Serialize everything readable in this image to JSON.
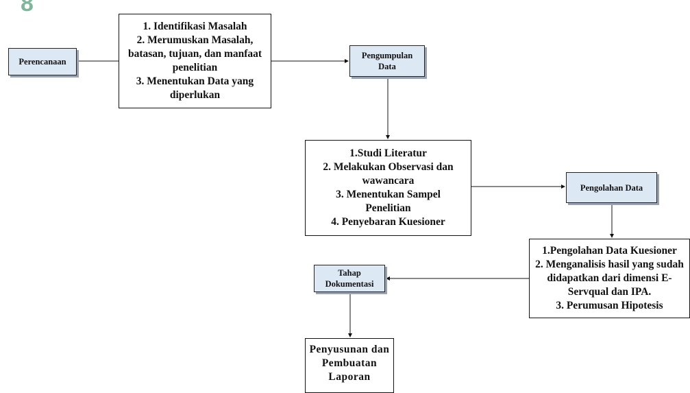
{
  "nodes": {
    "perencanaan": {
      "label": "Perencanaan"
    },
    "identifikasi": {
      "lines": [
        "1. Identifikasi Masalah",
        "2. Merumuskan Masalah,",
        "batasan, tujuan, dan manfaat",
        "penelitian",
        "3. Menentukan Data yang",
        "diperlukan"
      ]
    },
    "pengumpulan": {
      "lines": [
        "Pengumpulan",
        "Data"
      ]
    },
    "studi": {
      "lines": [
        "1.Studi Literatur",
        "2. Melakukan Observasi dan",
        "wawancara",
        "3. Menentukan Sampel",
        "Penelitian",
        "4. Penyebaran Kuesioner"
      ]
    },
    "pengolahan": {
      "label": "Pengolahan Data"
    },
    "analisis": {
      "lines": [
        "1.Pengolahan  Data Kuesioner",
        "2. Menganalisis hasil yang sudah",
        "didapatkan dari dimensi E-",
        "Servqual dan IPA.",
        "3. Perumusan Hipotesis"
      ]
    },
    "dokumentasi": {
      "lines": [
        "Tahap",
        "Dokumentasi"
      ]
    },
    "laporan": {
      "lines": [
        "Penyusunan dan",
        "Pembuatan",
        "Laporan"
      ]
    }
  },
  "colors": {
    "process_fill": "#dde8f5",
    "stroke": "#111111"
  }
}
